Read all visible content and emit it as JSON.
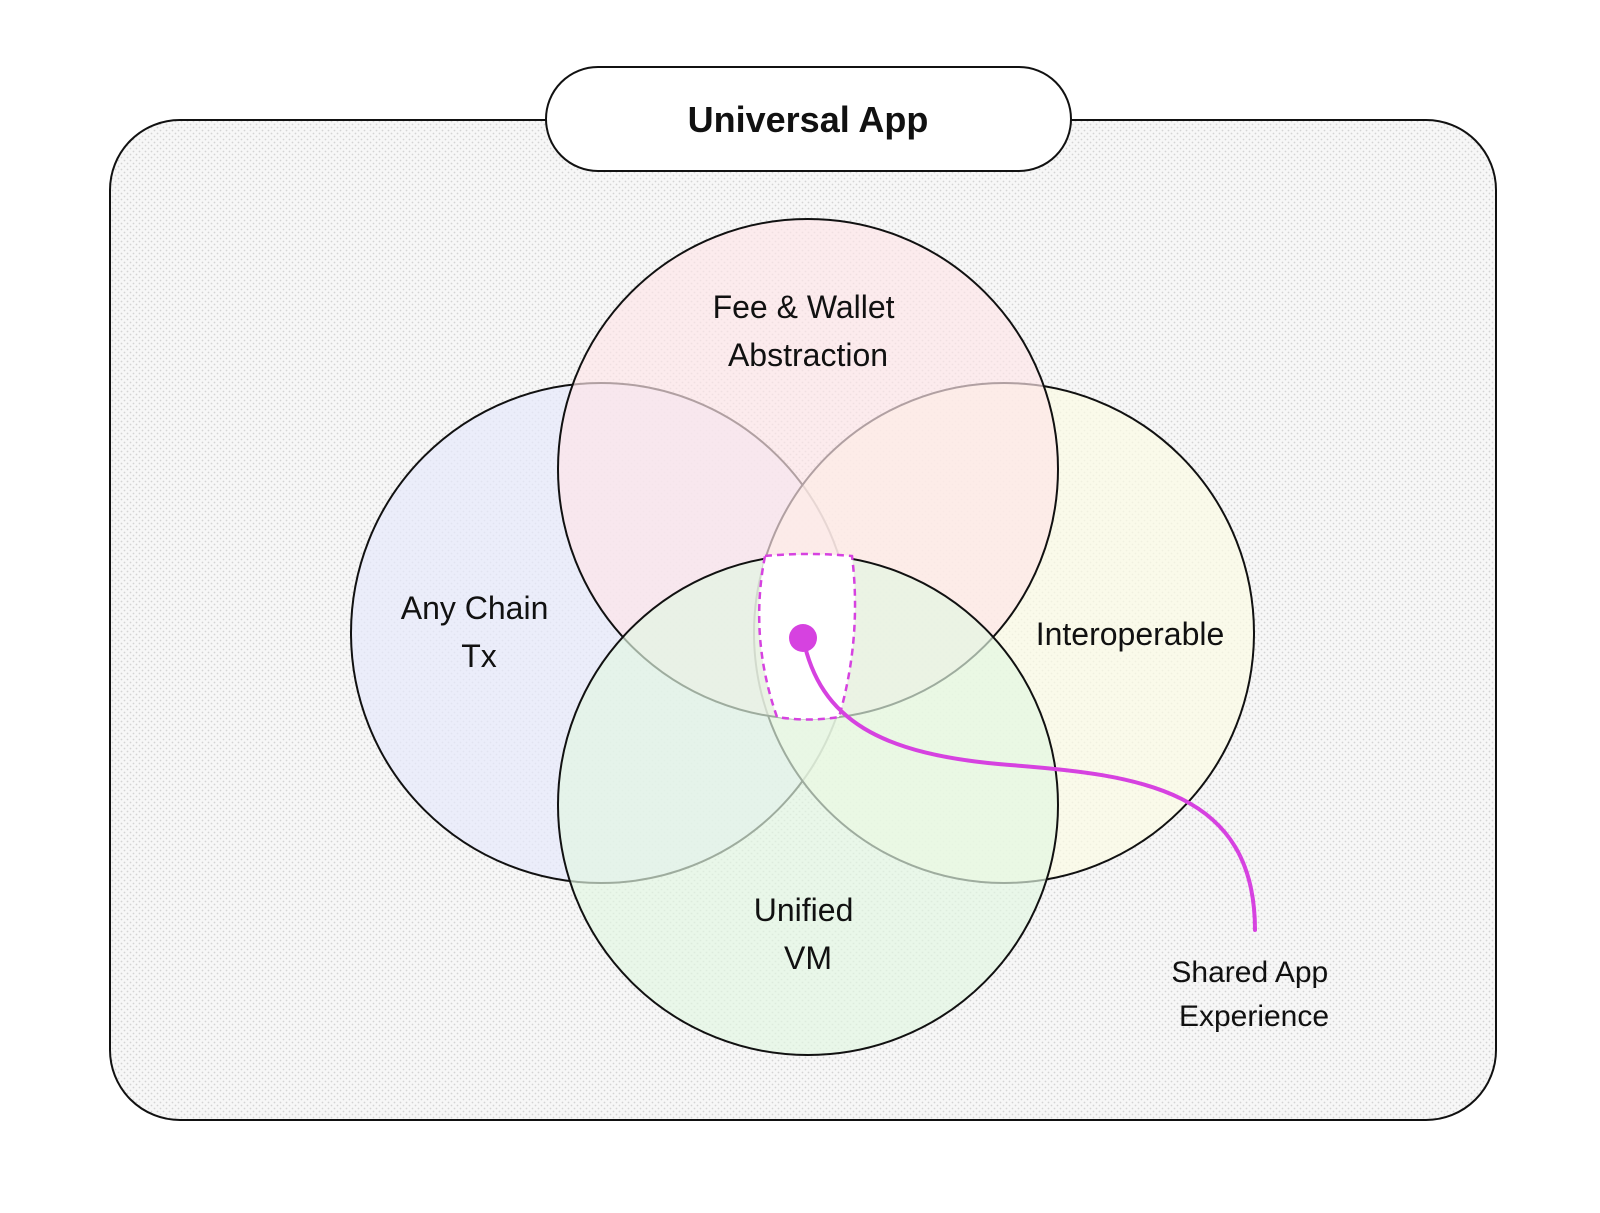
{
  "title": "Universal App",
  "circles": {
    "fee_wallet": {
      "lines": [
        "Fee & Wallet",
        "Abstraction"
      ],
      "fill": "#fde5e7"
    },
    "any_chain": {
      "lines": [
        "Any Chain",
        "Tx"
      ],
      "fill": "#e6e9fb"
    },
    "interoperable": {
      "lines": [
        "Interoperable"
      ],
      "fill": "#fbfbe4"
    },
    "unified_vm": {
      "lines": [
        "Unified",
        "VM"
      ],
      "fill": "#e2f6e2"
    }
  },
  "callout": {
    "lines": [
      "Shared App",
      "Experience"
    ],
    "color": "#d642e0"
  },
  "colors": {
    "frame_stroke": "#111111",
    "frame_dots": "#d4d4d4",
    "highlight_fill": "#ffffff"
  }
}
